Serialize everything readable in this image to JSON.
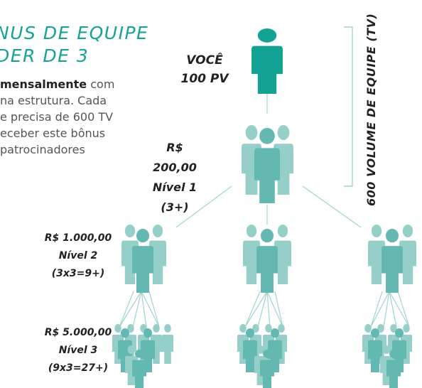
{
  "title": {
    "line1": "NUS DE EQUIPE",
    "line2": "DER DE 3"
  },
  "body": {
    "line1_bold": "mensalmente",
    "line1_rest": " com",
    "line2": "na estrutura. Cada",
    "line3": "e precisa de 600 TV",
    "line4": "eceber este bônus",
    "line5": "patrocinadores"
  },
  "labels": {
    "you_name": "VOCÊ",
    "you_pv": "100 PV",
    "level1": {
      "amount_1": "R$",
      "amount_2": "200,00",
      "level": "Nível 1",
      "count": "(3+)"
    },
    "level2": {
      "amount": "R$ 1.000,00",
      "level": "Nível 2",
      "count": "(3x3=9+)"
    },
    "level3": {
      "amount": "R$ 5.000,00",
      "level": "Nível 3",
      "count": "(9x3=27+)"
    }
  },
  "team_volume_label": "600 VOLUME DE EQUIPE (TV)",
  "colors": {
    "teal_dark": "#13a394",
    "teal_mid": "#63b9b2",
    "teal_light": "#96cfca",
    "line": "#9fd4cf"
  },
  "icons": [
    "person-icon",
    "group-icon"
  ]
}
